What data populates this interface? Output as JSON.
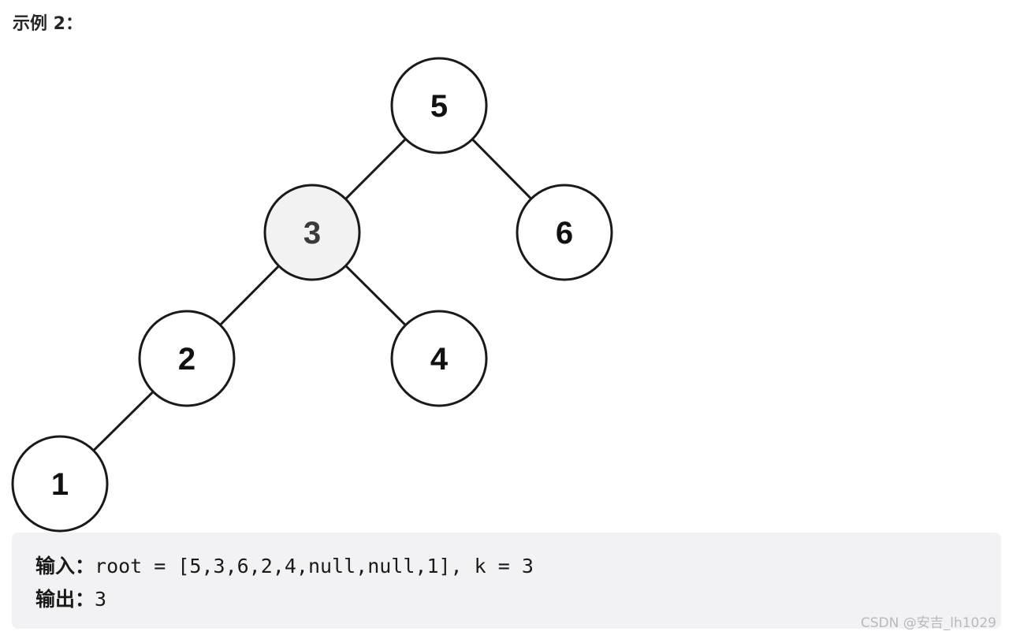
{
  "heading": "示例 2：",
  "tree": {
    "highlight_color": "#f2f2f2",
    "stroke_color": "#1a1a1a",
    "nodes": [
      {
        "id": "n5",
        "label": "5",
        "highlighted": false
      },
      {
        "id": "n3",
        "label": "3",
        "highlighted": true
      },
      {
        "id": "n6",
        "label": "6",
        "highlighted": false
      },
      {
        "id": "n2",
        "label": "2",
        "highlighted": false
      },
      {
        "id": "n4",
        "label": "4",
        "highlighted": false
      },
      {
        "id": "n1",
        "label": "1",
        "highlighted": false
      }
    ],
    "edges": [
      [
        "n5",
        "n3"
      ],
      [
        "n5",
        "n6"
      ],
      [
        "n3",
        "n2"
      ],
      [
        "n3",
        "n4"
      ],
      [
        "n2",
        "n1"
      ]
    ]
  },
  "example": {
    "input_label": "输入：",
    "input_value": "root = [5,3,6,2,4,null,null,1], k = 3",
    "output_label": "输出：",
    "output_value": "3"
  },
  "watermark": "CSDN @安吉_lh1029"
}
